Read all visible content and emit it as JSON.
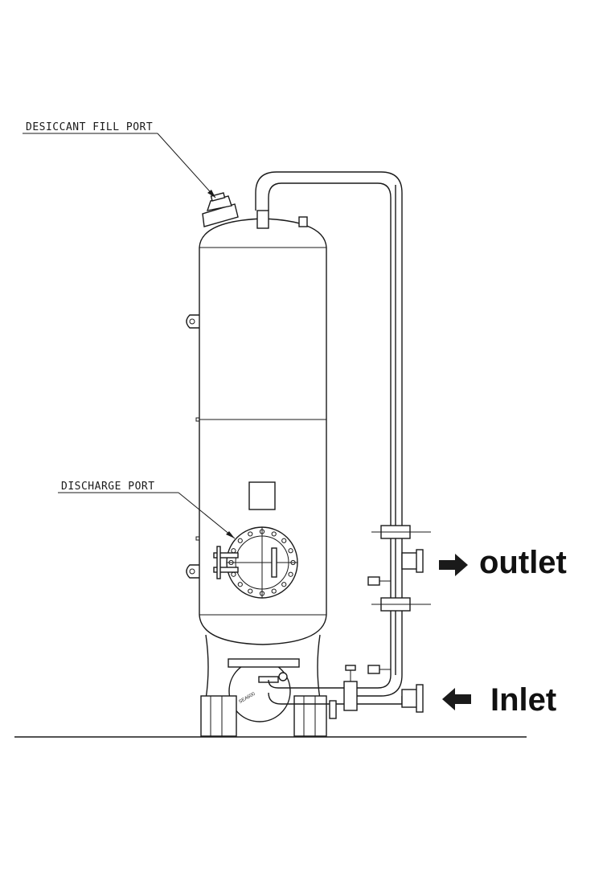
{
  "labels": {
    "desiccant_fill_port": "DESICCANT FILL PORT",
    "discharge_port": "DISCHARGE PORT",
    "outlet": "outlet",
    "inlet": "Inlet",
    "small_mark": "SEA600"
  }
}
